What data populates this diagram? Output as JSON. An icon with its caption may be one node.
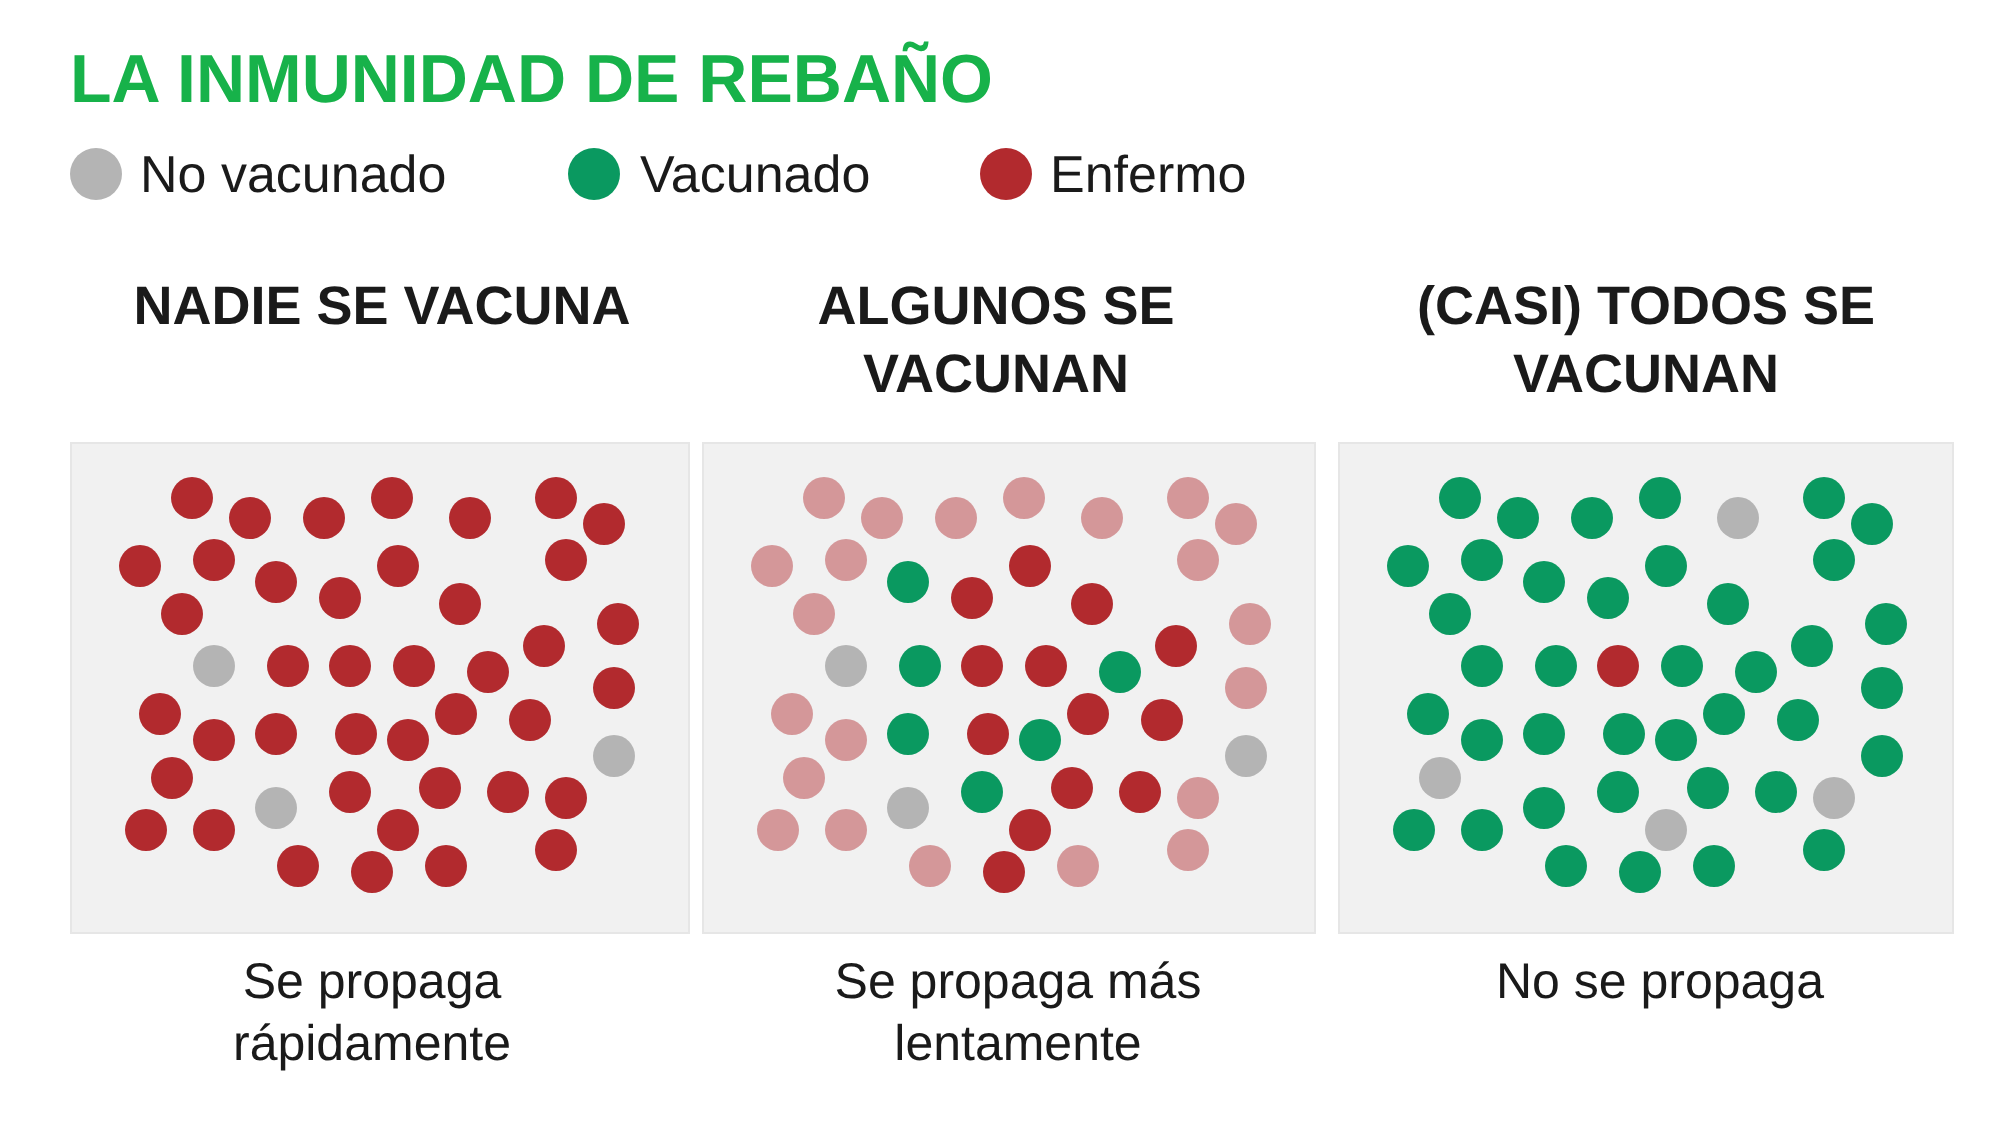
{
  "diagram": {
    "title": "LA INMUNIDAD DE REBAÑO",
    "nodes": [
      {
        "text": [
          "NADIE SE VACUNA"
        ],
        "beside": [
          "Se propaga rápidamente"
        ]
      },
      {
        "text": [
          "ALGUNOS SE VACUNAN"
        ],
        "beside": [
          "Se propaga más lentamente"
        ]
      },
      {
        "text": [
          "(CASI) TODOS SE VACUNAN"
        ],
        "beside": [
          "No se propaga"
        ]
      }
    ],
    "legend": [
      {
        "text": "No vacunado",
        "color": "#b4b4b4"
      },
      {
        "text": "Vacunado",
        "color": "#0a9960"
      },
      {
        "text": "Enfermo",
        "color": "#b22a2e"
      }
    ]
  }
}
